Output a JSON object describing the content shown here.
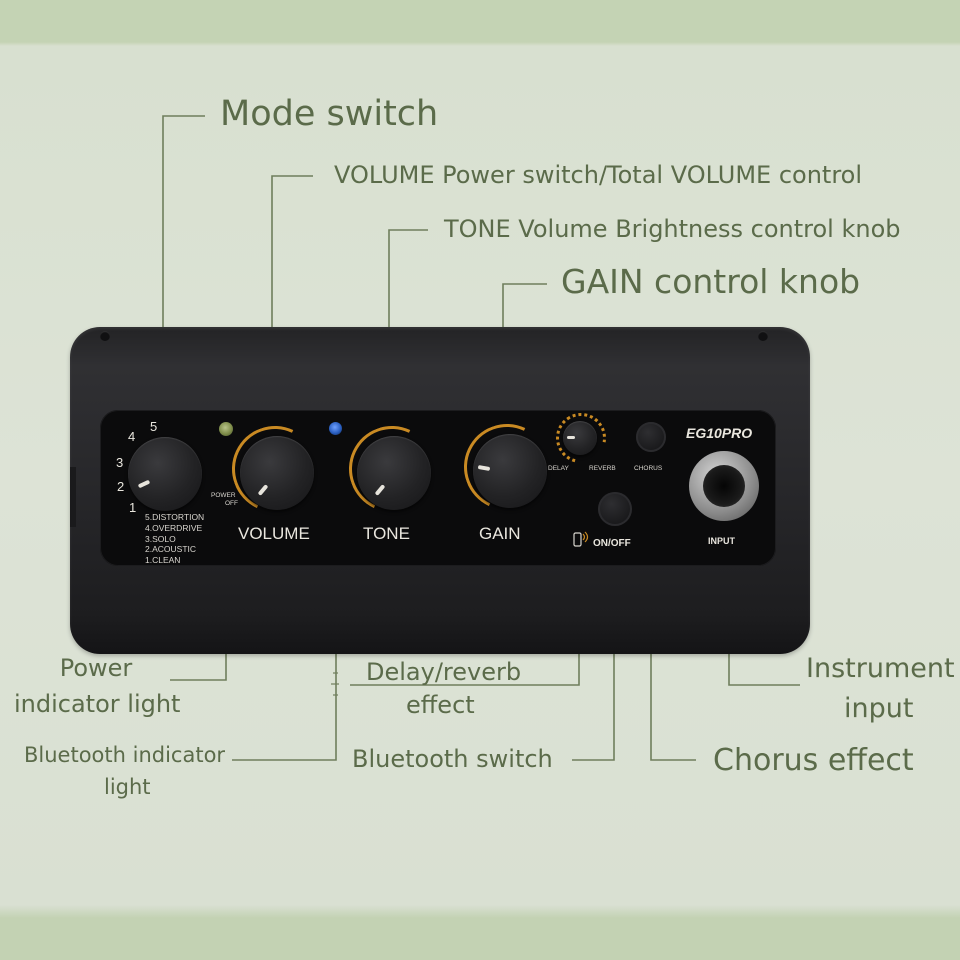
{
  "labels": {
    "mode_switch": "Mode switch",
    "volume_power": "VOLUME Power switch/Total VOLUME control",
    "tone_control": "TONE Volume Brightness control knob",
    "gain_control": "GAIN control knob",
    "power_indicator_1": "Power",
    "power_indicator_2": "indicator light",
    "delay_reverb_1": "Delay/reverb",
    "delay_reverb_2": "effect",
    "instrument_input_1": "Instrument",
    "instrument_input_2": "input",
    "bluetooth_indicator_1": "Bluetooth indicator",
    "bluetooth_indicator_2": "light",
    "bluetooth_switch": "Bluetooth switch",
    "chorus_effect": "Chorus effect"
  },
  "panel": {
    "model": "EG10PRO",
    "mode_numbers": [
      "5",
      "4",
      "3",
      "2",
      "1"
    ],
    "modes": [
      "5.DISTORTION",
      "4.OVERDRIVE",
      "3.SOLO",
      "2.ACOUSTIC",
      "1.CLEAN"
    ],
    "power_label_1": "POWER",
    "power_label_2": "OFF",
    "volume": "VOLUME",
    "tone": "TONE",
    "gain": "GAIN",
    "delay": "DELAY",
    "reverb": "REVERB",
    "chorus": "CHORUS",
    "on_off": "ON/OFF",
    "input": "INPUT"
  },
  "colors": {
    "label_text": "#5b6b4a",
    "leader_line": "#6f7e5c",
    "knob_arc": "#c98a23",
    "power_led": "#7f8d4a",
    "bluetooth_led": "#2a5fc0"
  },
  "icons": {
    "bluetooth_phone": "phone-wave-icon"
  }
}
